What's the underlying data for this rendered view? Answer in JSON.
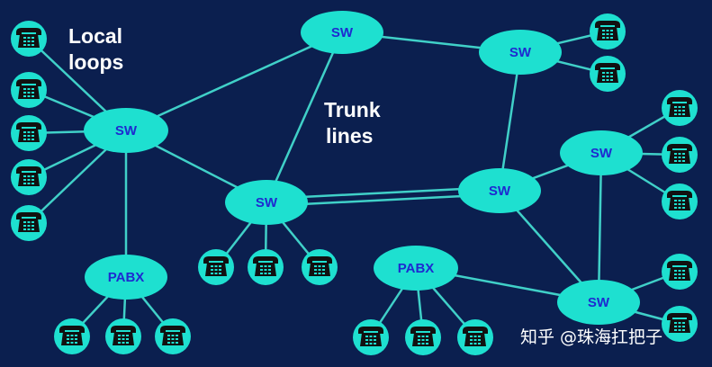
{
  "diagram": {
    "captions": {
      "local_loops_line1": "Local",
      "local_loops_line2": "loops",
      "trunk_lines_line1": "Trunk",
      "trunk_lines_line2": "lines"
    },
    "switch_label": "SW",
    "pabx_label": "PABX",
    "watermark": "知乎 @珠海扛把子",
    "colors": {
      "background": "#0b1f4f",
      "node_fill": "#1ee0d0",
      "node_text": "#1e2ad0",
      "link": "#40d0c8",
      "phone_icon": "#111111"
    }
  }
}
